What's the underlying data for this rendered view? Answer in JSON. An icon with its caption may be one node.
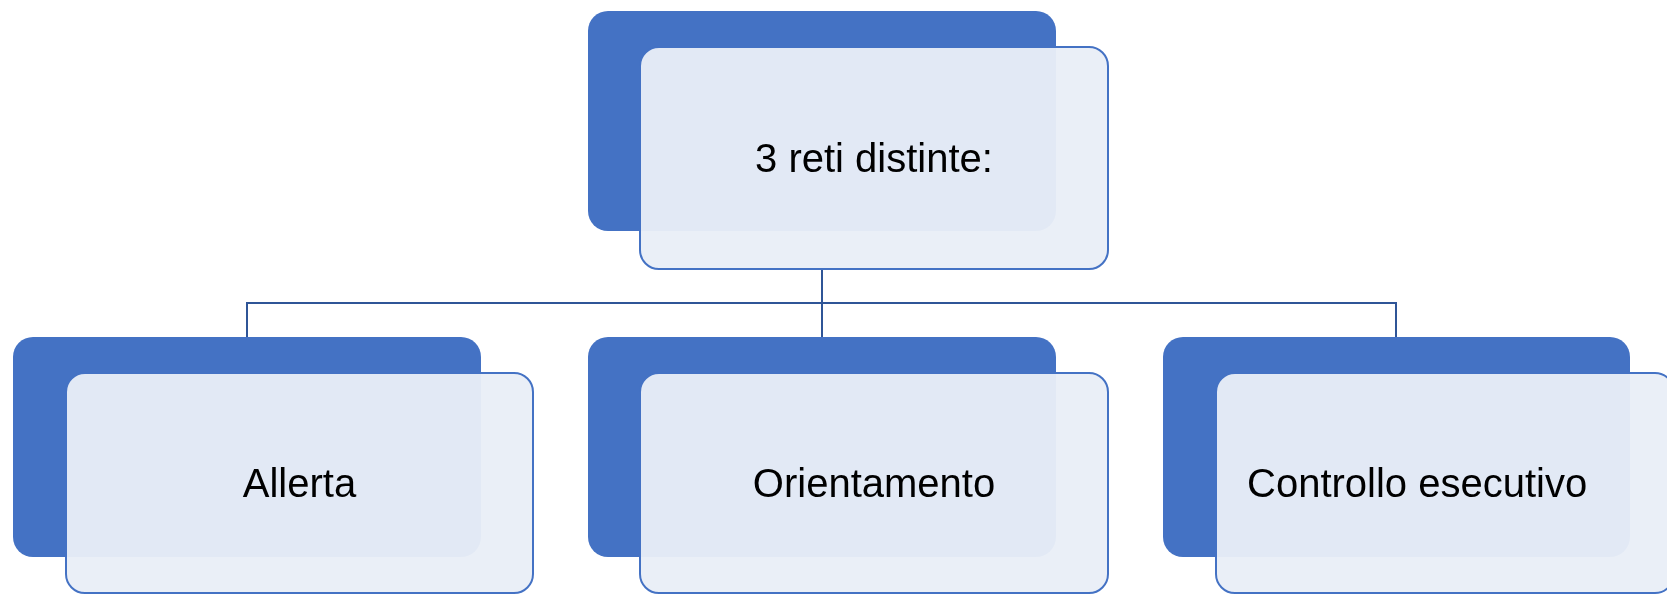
{
  "diagram": {
    "nodes": [
      {
        "text": [
          "3 reti distinte:"
        ]
      },
      {
        "text": [
          "Allerta"
        ]
      },
      {
        "text": [
          "Orientamento"
        ]
      },
      {
        "text": [
          "Controllo esecutivo"
        ]
      }
    ],
    "edges": [
      {
        "from": 0,
        "to": 1,
        "arrow": "none"
      },
      {
        "from": 0,
        "to": 2,
        "arrow": "none"
      },
      {
        "from": 0,
        "to": 3,
        "arrow": "none"
      }
    ]
  }
}
